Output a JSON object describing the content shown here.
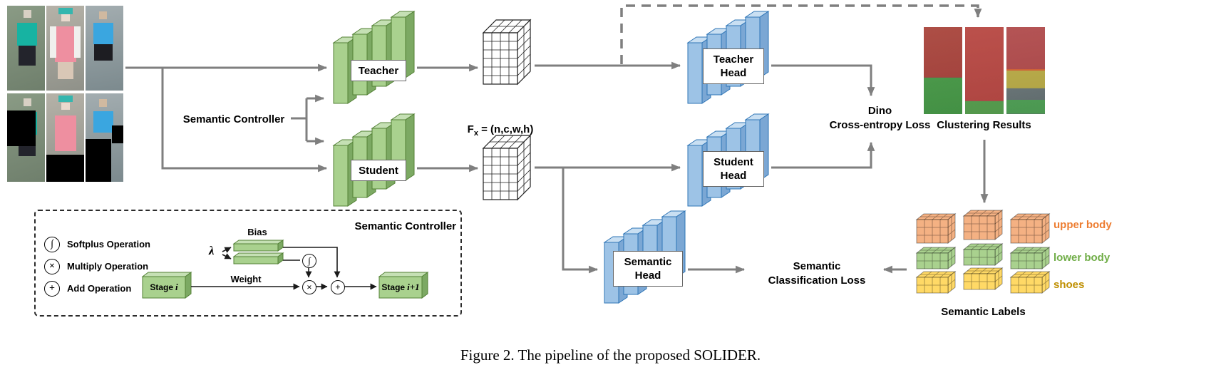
{
  "figure": {
    "caption": "Figure 2. The pipeline of the proposed SOLIDER."
  },
  "pipeline": {
    "semantic_controller": "Semantic Controller",
    "teacher": "Teacher",
    "student": "Student",
    "feature": {
      "base": "F",
      "sub": "x",
      "rest": " = (n,c,w,h)"
    },
    "teacher_head": "Teacher\nHead",
    "student_head": "Student\nHead",
    "semantic_head": "Semantic\nHead",
    "dino_loss": "Dino\nCross-entropy Loss",
    "clustering_results": "Clustering Results",
    "semantic_classification_loss": "Semantic\nClassification Loss",
    "semantic_labels": "Semantic Labels",
    "part_labels": {
      "upper_body": "upper body",
      "lower_body": "lower body",
      "shoes": "shoes"
    }
  },
  "controller": {
    "title": "Semantic Controller",
    "legend": [
      {
        "symbol": "∫",
        "label": "Softplus Operation"
      },
      {
        "symbol": "×",
        "label": "Multiply Operation"
      },
      {
        "symbol": "+",
        "label": "Add Operation"
      }
    ],
    "bias": "Bias",
    "lambda": "λ",
    "weight": "Weight",
    "stage_in": {
      "prefix": "Stage",
      "var": "i"
    },
    "stage_out": {
      "prefix": "Stage",
      "var": "i+1"
    },
    "ops": {
      "softplus": "∫",
      "multiply": "×",
      "add": "+"
    }
  },
  "colors": {
    "backbone_green": "#A9D18E",
    "head_blue": "#9DC3E6",
    "upper_body_orange": "#F4B183",
    "lower_body_green": "#A9D18E",
    "shoes_yellow": "#FFD966",
    "arrow_gray": "#7F7F7F",
    "upper_body_text": "#ED7D31",
    "lower_body_text": "#70AD47",
    "shoes_text": "#BF8F00"
  }
}
